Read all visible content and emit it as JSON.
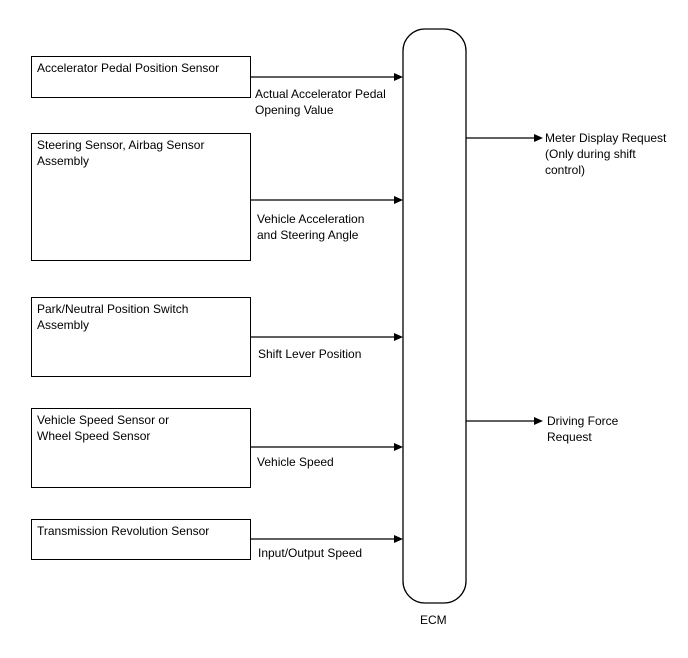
{
  "sensors": [
    {
      "label": "Accelerator Pedal Position Sensor",
      "signal": "Actual Accelerator Pedal\nOpening Value"
    },
    {
      "label": "Steering Sensor, Airbag Sensor\nAssembly",
      "signal": "Vehicle Acceleration\nand Steering Angle"
    },
    {
      "label": "Park/Neutral Position Switch\nAssembly",
      "signal": "Shift Lever Position"
    },
    {
      "label": "Vehicle Speed Sensor or\nWheel Speed Sensor",
      "signal": "Vehicle Speed"
    },
    {
      "label": "Transmission Revolution Sensor",
      "signal": "Input/Output Speed"
    }
  ],
  "ecm": {
    "label": "ECM"
  },
  "outputs": [
    {
      "label": "Meter Display Request\n(Only during shift\ncontrol)"
    },
    {
      "label": "Driving Force\nRequest"
    }
  ]
}
